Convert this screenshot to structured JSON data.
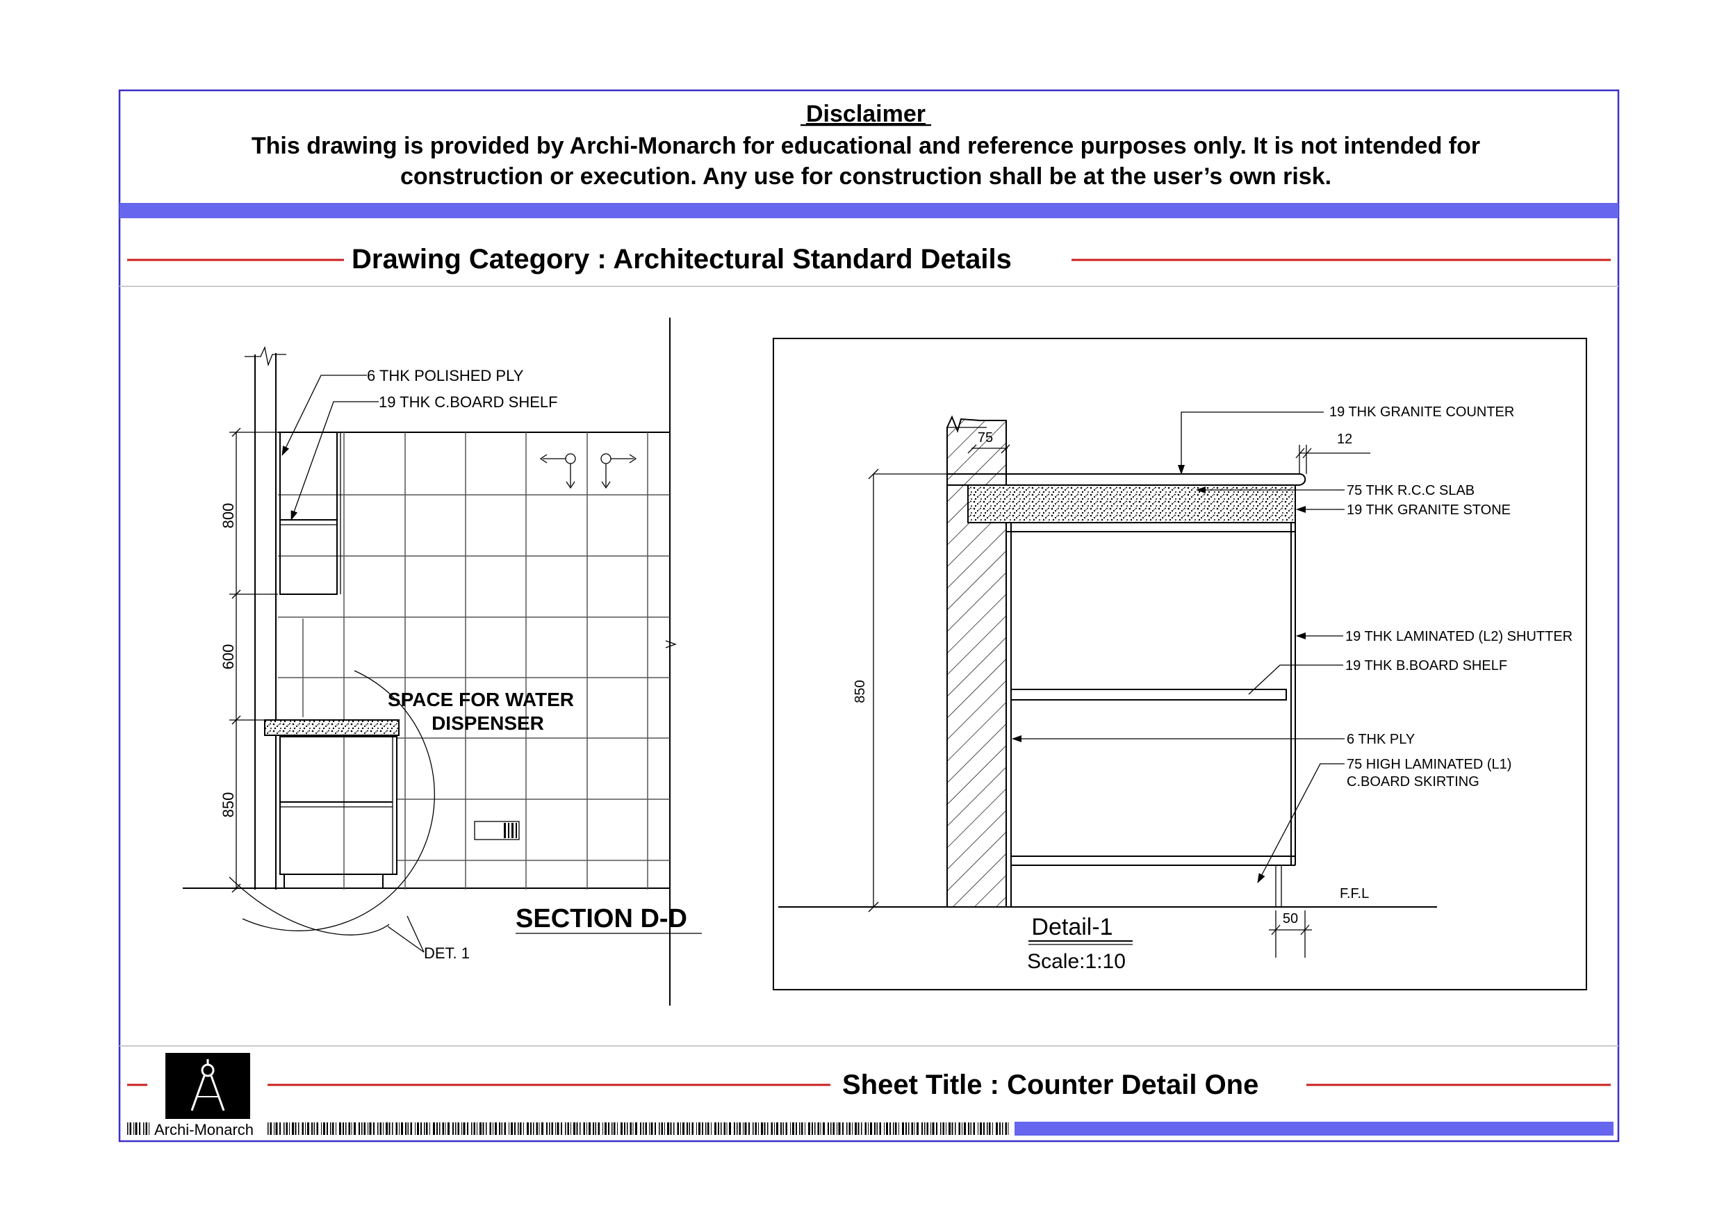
{
  "disclaimer": {
    "heading": "Disclaimer",
    "line1": "This drawing is provided by Archi-Monarch for educational and reference purposes only. It is not intended for",
    "line2": "construction or execution. Any use for construction shall be at the user’s own risk."
  },
  "category": "Drawing Category : Architectural Standard Details",
  "section": {
    "title": "SECTION D-D",
    "labels": {
      "ply": "6 THK POLISHED PLY",
      "shelf": "19 THK C.BOARD SHELF",
      "space1": "SPACE FOR WATER",
      "space2": "DISPENSER",
      "det": "DET. 1"
    },
    "dims": {
      "d800": "800",
      "d600": "600",
      "d850": "850"
    }
  },
  "detail": {
    "title": "Detail-1",
    "scale": "Scale:1:10",
    "labels": {
      "granite_counter": "19 THK GRANITE COUNTER",
      "rcc": "75 THK R.C.C SLAB",
      "granite_stone": "19 THK GRANITE STONE",
      "shutter": "19 THK LAMINATED (L2) SHUTTER",
      "bshelf": "19 THK B.BOARD SHELF",
      "ply": "6 THK PLY",
      "skirt1": "75 HIGH  LAMINATED (L1)",
      "skirt2": "C.BOARD SKIRTING",
      "ffl": "F.F.L"
    },
    "dims": {
      "d75": "75",
      "d12": "12",
      "d850": "850",
      "d50": "50"
    }
  },
  "sheet_title": "Sheet Title : Counter Detail One",
  "brand": "Archi-Monarch",
  "colors": {
    "frame": "#3b2fc9",
    "band": "#6666ee",
    "rule": "#cc1f1f"
  }
}
